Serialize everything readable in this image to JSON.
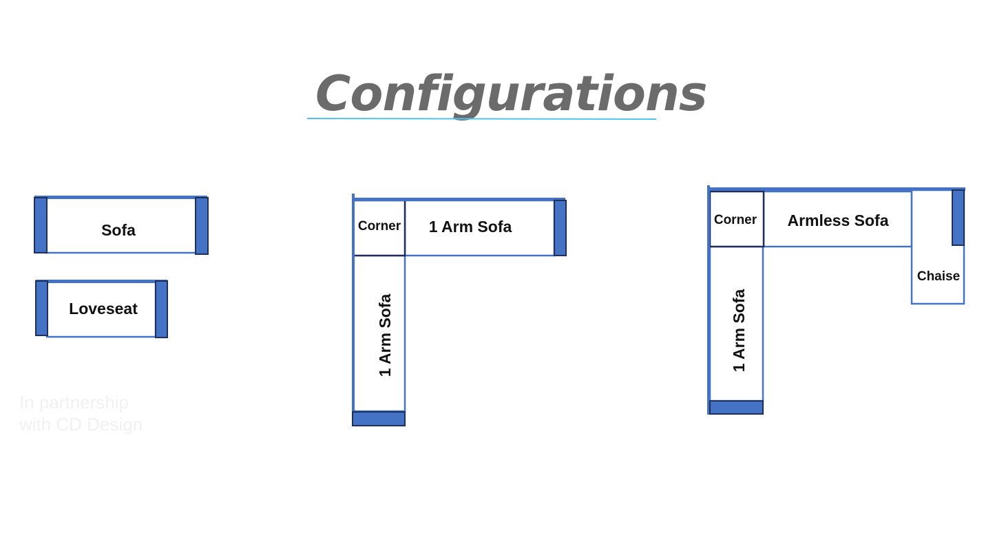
{
  "title": "Configurations",
  "watermark": {
    "line1": "In partnership",
    "line2": "with CD Design"
  },
  "configurations": [
    {
      "name": "sofa",
      "pieces": [
        {
          "key": "sofa",
          "label": "Sofa"
        }
      ]
    },
    {
      "name": "loveseat",
      "pieces": [
        {
          "key": "loveseat",
          "label": "Loveseat"
        }
      ]
    },
    {
      "name": "l-sectional",
      "pieces": [
        {
          "key": "corner",
          "label": "Corner"
        },
        {
          "key": "one-arm-sofa-horizontal",
          "label": "1 Arm Sofa"
        },
        {
          "key": "one-arm-sofa-vertical",
          "label": "1 Arm Sofa"
        }
      ]
    },
    {
      "name": "u-sectional-chaise",
      "pieces": [
        {
          "key": "corner",
          "label": "Corner"
        },
        {
          "key": "armless-sofa",
          "label": "Armless Sofa"
        },
        {
          "key": "chaise",
          "label": "Chaise"
        },
        {
          "key": "one-arm-sofa-vertical",
          "label": "1 Arm Sofa"
        }
      ]
    }
  ],
  "colors": {
    "title": "#6b6b6b",
    "underline": "#4ec3ee",
    "outline": "#4472c4",
    "arm_fill": "#4472c4",
    "arm_stroke": "#1f2f5a",
    "corner_stroke": "#1f2f5a",
    "label": "#111111",
    "watermark": "#f1f1f1"
  }
}
